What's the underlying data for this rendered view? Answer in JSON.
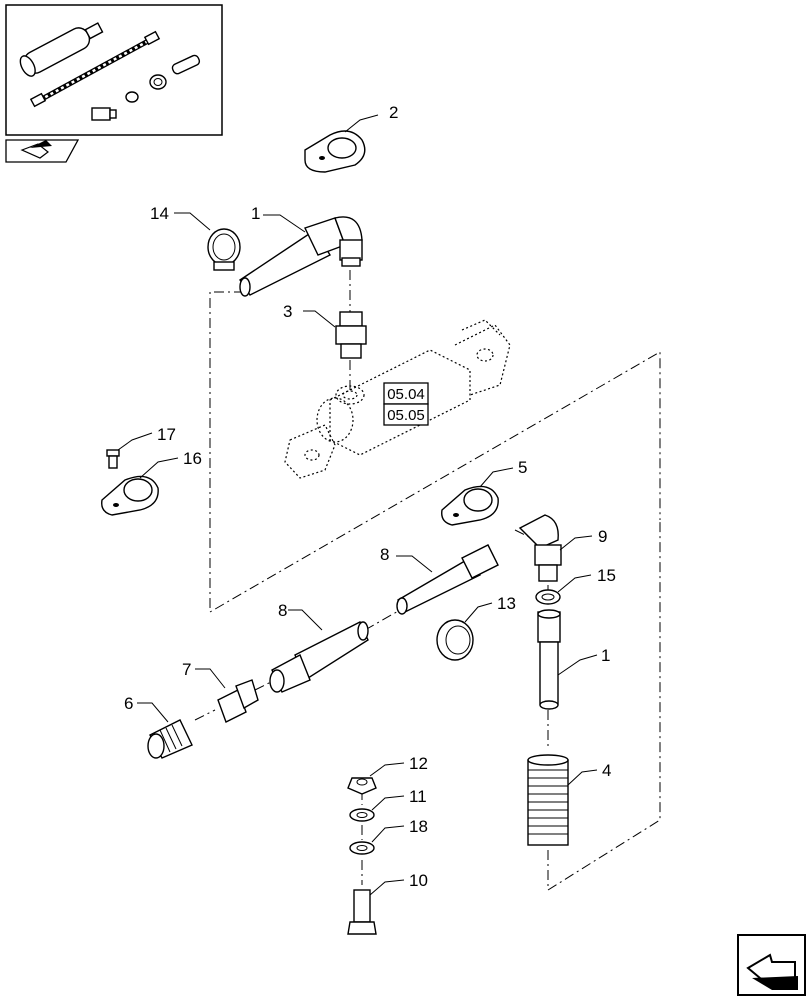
{
  "diagram": {
    "callouts": [
      {
        "id": "c1a",
        "label": "1"
      },
      {
        "id": "c1b",
        "label": "1"
      },
      {
        "id": "c2",
        "label": "2"
      },
      {
        "id": "c3",
        "label": "3"
      },
      {
        "id": "c4",
        "label": "4"
      },
      {
        "id": "c5",
        "label": "5"
      },
      {
        "id": "c6",
        "label": "6"
      },
      {
        "id": "c7",
        "label": "7"
      },
      {
        "id": "c8a",
        "label": "8"
      },
      {
        "id": "c8b",
        "label": "8"
      },
      {
        "id": "c9",
        "label": "9"
      },
      {
        "id": "c10",
        "label": "10"
      },
      {
        "id": "c11",
        "label": "11"
      },
      {
        "id": "c12",
        "label": "12"
      },
      {
        "id": "c13",
        "label": "13"
      },
      {
        "id": "c14",
        "label": "14"
      },
      {
        "id": "c15",
        "label": "15"
      },
      {
        "id": "c16",
        "label": "16"
      },
      {
        "id": "c17",
        "label": "17"
      },
      {
        "id": "c18",
        "label": "18"
      }
    ],
    "reference_boxes": [
      {
        "id": "r1",
        "label": "05.04"
      },
      {
        "id": "r2",
        "label": "05.05"
      }
    ],
    "icons": [
      "kit-thumbnail-icon",
      "previous-page-icon",
      "next-page-icon"
    ]
  }
}
